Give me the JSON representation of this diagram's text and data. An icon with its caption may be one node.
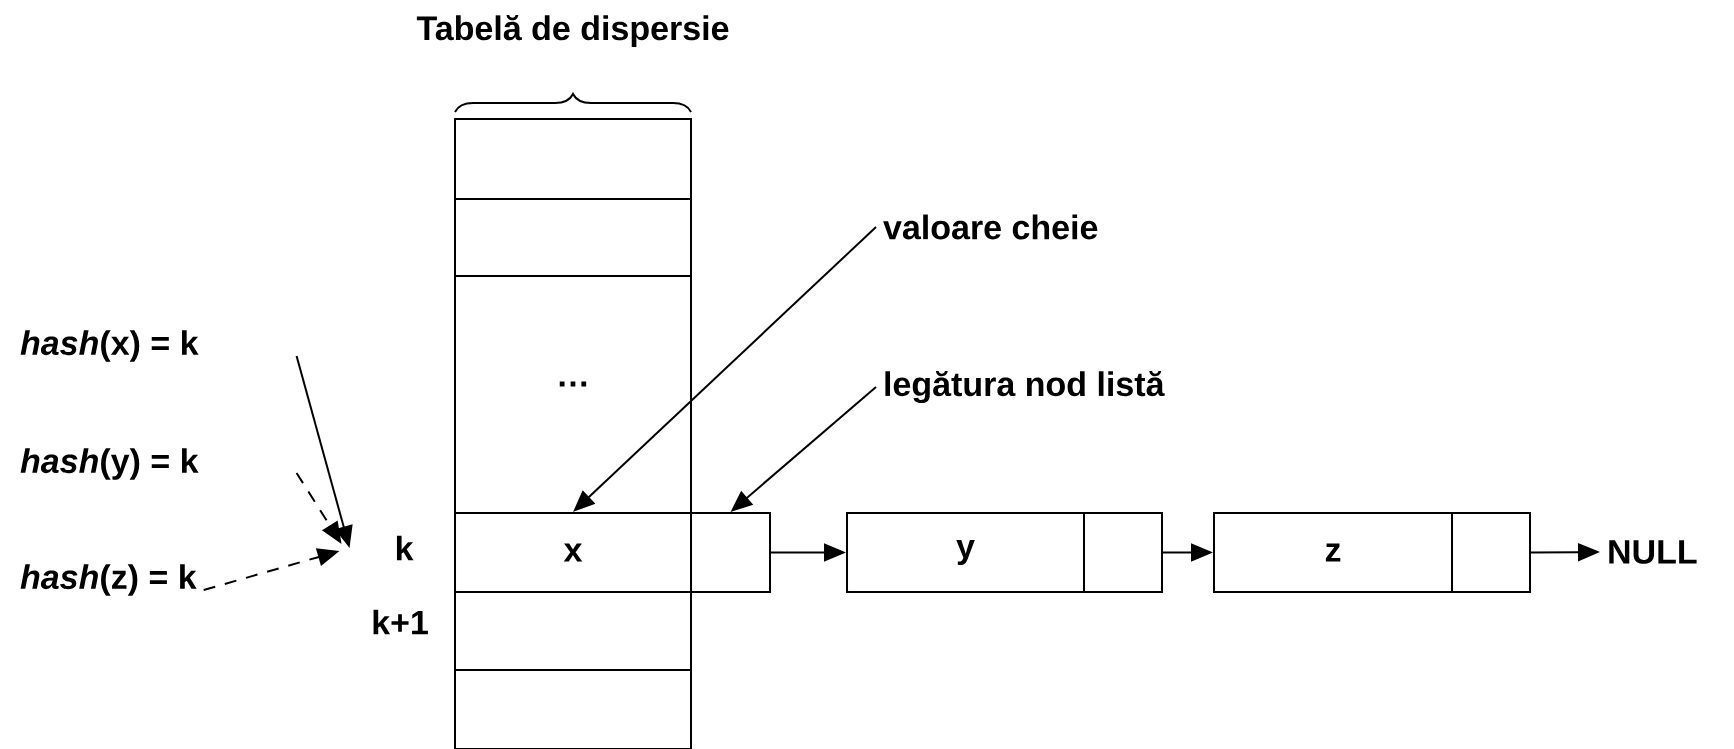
{
  "diagram": {
    "nodes": [
      {
        "text": [
          "Tabelă de dispersie"
        ]
      },
      {
        "text": [
          "*hash*(x) = k"
        ]
      },
      {
        "text": [
          "*hash*(y) = k"
        ]
      },
      {
        "text": [
          "*hash*(z) = k"
        ]
      },
      {
        "text": [
          "k"
        ]
      },
      {
        "text": [
          "x"
        ],
        "in": 0
      },
      {
        "text": [],
        "shape": "box"
      },
      {
        "text": [
          "valoare cheie"
        ]
      },
      {
        "text": [
          "legătura nod listă"
        ]
      },
      {
        "text": [
          "y"
        ]
      },
      {
        "text": [],
        "shape": "box"
      },
      {
        "text": [
          "z"
        ]
      },
      {
        "text": [],
        "shape": "box"
      },
      {
        "text": [
          "NULL"
        ]
      }
    ],
    "edges": [
      {
        "from": 1,
        "to": 4,
        "arrow": "to"
      },
      {
        "from": 2,
        "to": 4,
        "arrow": "to",
        "style": "dashed"
      },
      {
        "from": 3,
        "to": 4,
        "arrow": "to",
        "style": "dashed"
      },
      {
        "from": 7,
        "to": 5,
        "arrow": "to"
      },
      {
        "from": 8,
        "to": 6,
        "arrow": "to"
      },
      {
        "from": 6,
        "to": 9,
        "arrow": "to"
      },
      {
        "from": 10,
        "to": 11,
        "arrow": "to"
      },
      {
        "from": 12,
        "to": 13,
        "arrow": "to"
      }
    ],
    "labels": [
      "…",
      "k+1"
    ]
  }
}
